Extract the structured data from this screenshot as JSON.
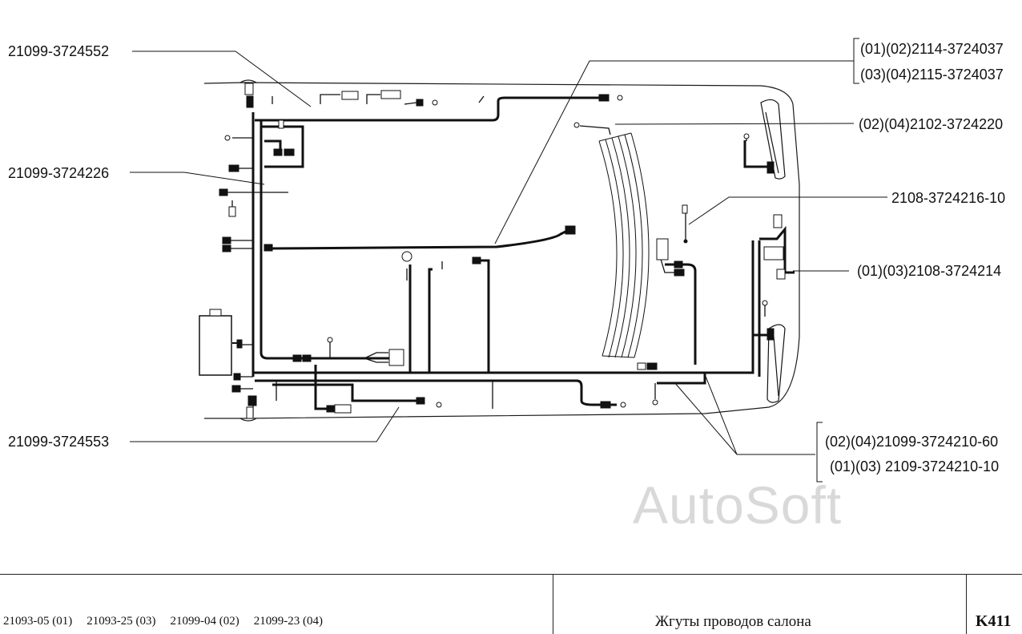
{
  "callouts": {
    "left_top": "21099-3724552",
    "left_mid": "21099-3724226",
    "left_bottom": "21099-3724553",
    "right_1a": "(01)(02)2114-3724037",
    "right_1b": "(03)(04)2115-3724037",
    "right_2": "(02)(04)2102-3724220",
    "right_3": "2108-3724216-10",
    "right_4": "(01)(03)2108-3724214",
    "right_5a": "(02)(04)21099-3724210-60",
    "right_5b": "(01)(03) 2109-3724210-10"
  },
  "watermark": "AutoSoft",
  "footer": {
    "models": [
      "21093-05 (01)",
      "21093-25 (03)",
      "21099-04 (02)",
      "21099-23 (04)"
    ],
    "title": "Жгуты проводов салона",
    "code": "K411"
  }
}
